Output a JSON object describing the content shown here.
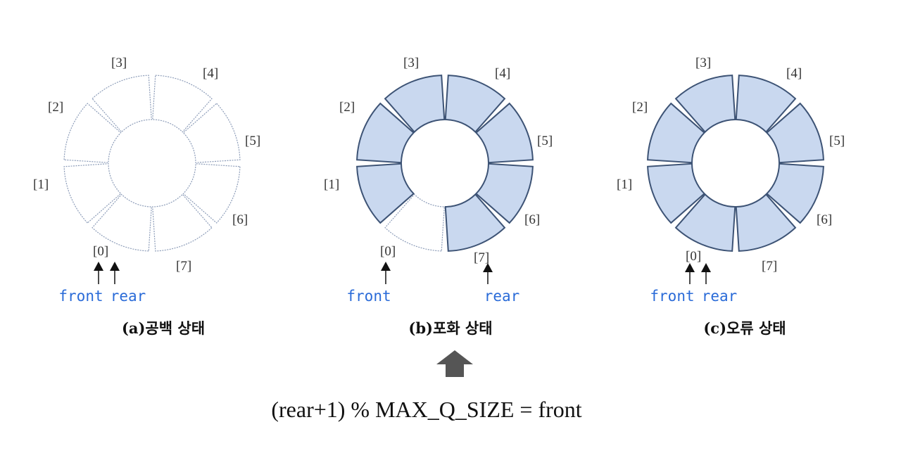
{
  "colors": {
    "filled": "#c9d8ef",
    "filled_stroke": "#3d5375",
    "empty_stroke": "#8c9cb8",
    "pointer_label": "#2a6bd8",
    "big_arrow": "#555555"
  },
  "slot_labels": [
    "[0]",
    "[1]",
    "[2]",
    "[3]",
    "[4]",
    "[5]",
    "[6]",
    "[7]"
  ],
  "queues": [
    {
      "caption": "(a)공백 상태",
      "filled": [],
      "front_label": "front",
      "rear_label": "rear"
    },
    {
      "caption": "(b)포화 상태",
      "filled": [
        1,
        2,
        3,
        4,
        5,
        6,
        7
      ],
      "front_label": "front",
      "rear_label": "rear"
    },
    {
      "caption": "(c)오류 상태",
      "filled": [
        0,
        1,
        2,
        3,
        4,
        5,
        6,
        7
      ],
      "front_label": "front",
      "rear_label": "rear"
    }
  ],
  "formula": "(rear+1) % MAX_Q_SIZE = front"
}
